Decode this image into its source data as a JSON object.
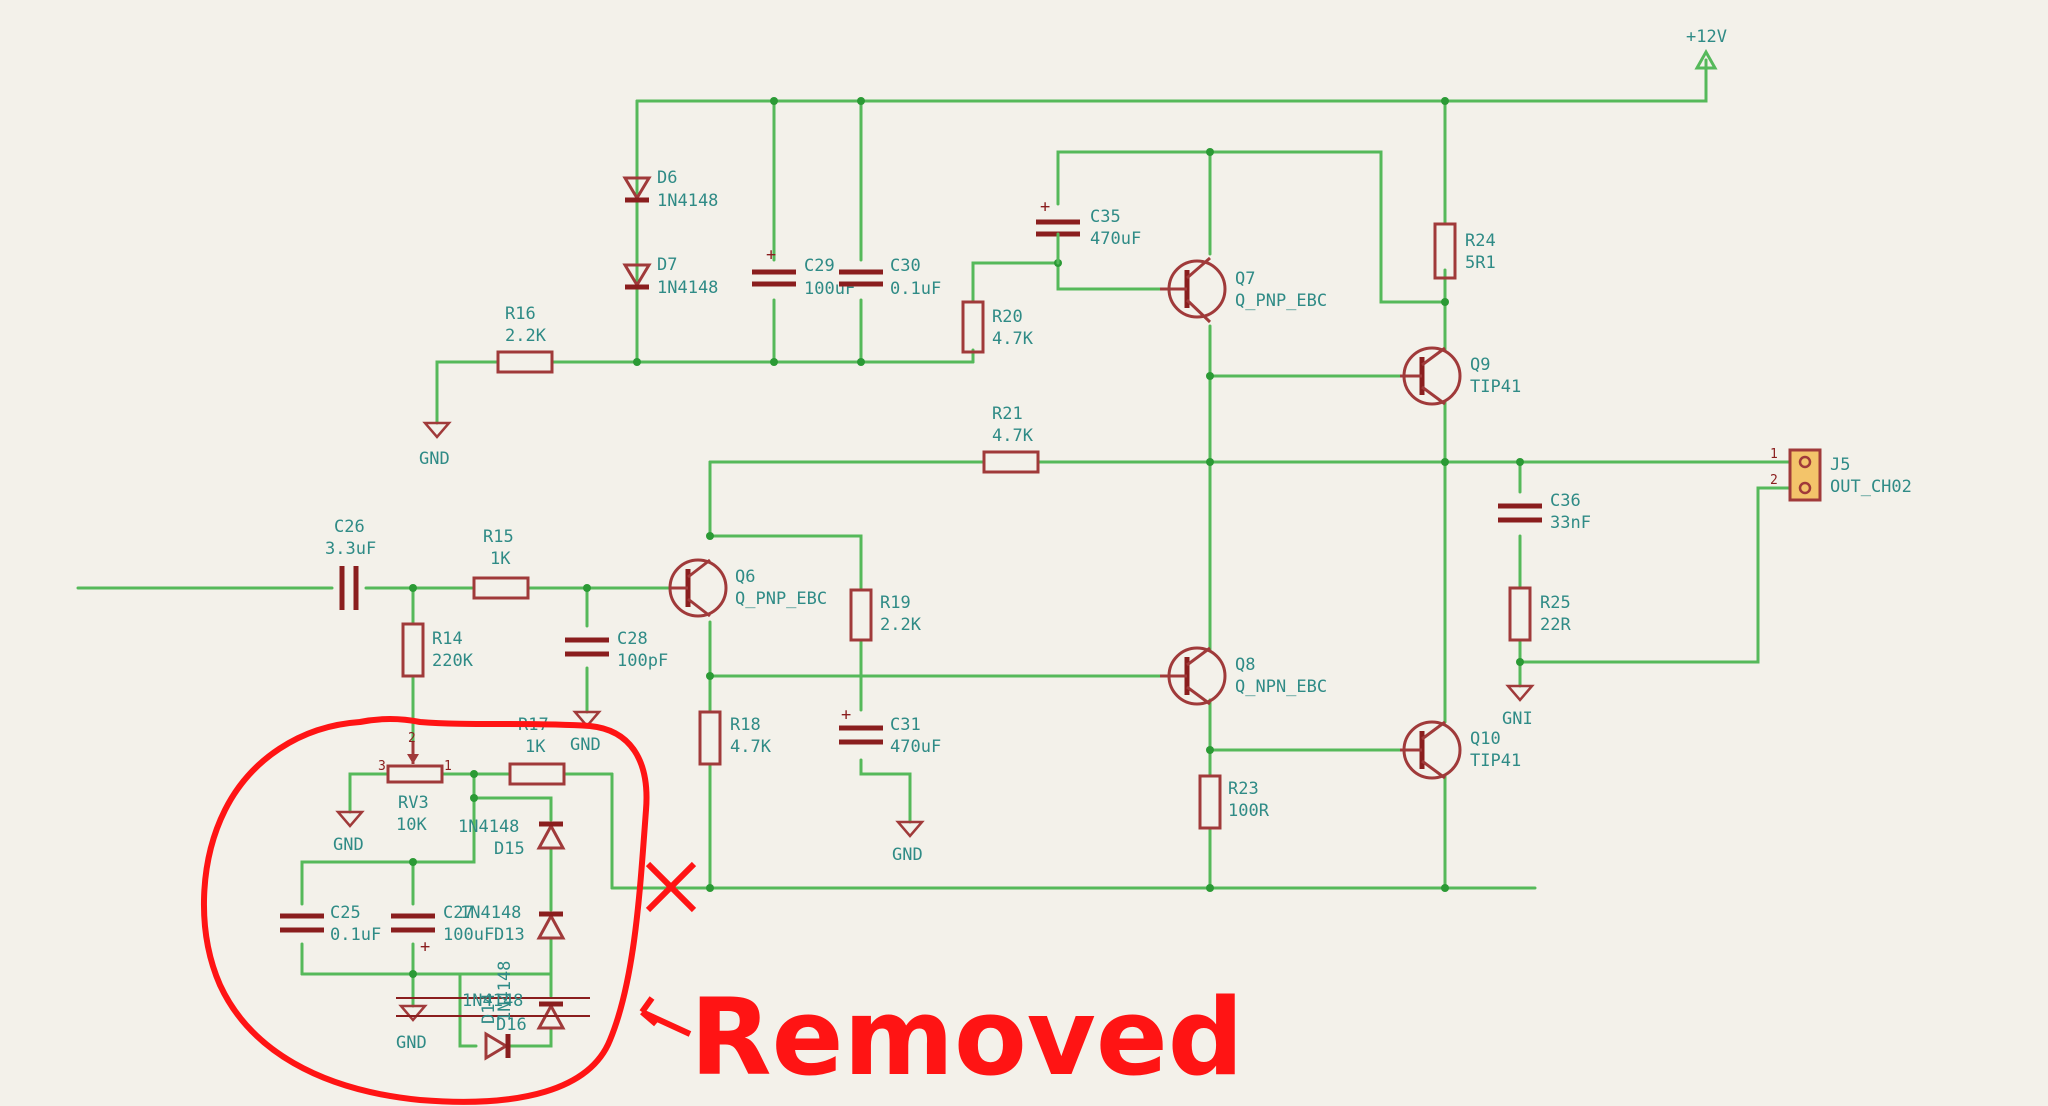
{
  "schematic": {
    "power": {
      "vcc": "+12V",
      "gnd": "GND"
    },
    "components": {
      "D6": {
        "ref": "D6",
        "value": "1N4148"
      },
      "D7": {
        "ref": "D7",
        "value": "1N4148"
      },
      "C29": {
        "ref": "C29",
        "value": "100uF"
      },
      "C30": {
        "ref": "C30",
        "value": "0.1uF"
      },
      "C35": {
        "ref": "C35",
        "value": "470uF"
      },
      "R24": {
        "ref": "R24",
        "value": "5R1"
      },
      "Q7": {
        "ref": "Q7",
        "value": "Q_PNP_EBC"
      },
      "R20": {
        "ref": "R20",
        "value": "4.7K"
      },
      "R16": {
        "ref": "R16",
        "value": "2.2K"
      },
      "Q9": {
        "ref": "Q9",
        "value": "TIP41"
      },
      "R21": {
        "ref": "R21",
        "value": "4.7K"
      },
      "J5": {
        "ref": "J5",
        "value": "OUT_CH02"
      },
      "C36": {
        "ref": "C36",
        "value": "33nF"
      },
      "C26": {
        "ref": "C26",
        "value": "3.3uF"
      },
      "R15": {
        "ref": "R15",
        "value": "1K"
      },
      "Q6": {
        "ref": "Q6",
        "value": "Q_PNP_EBC"
      },
      "R19": {
        "ref": "R19",
        "value": "2.2K"
      },
      "R14": {
        "ref": "R14",
        "value": "220K"
      },
      "C28": {
        "ref": "C28",
        "value": "100pF"
      },
      "R25": {
        "ref": "R25",
        "value": "22R"
      },
      "Q8": {
        "ref": "Q8",
        "value": "Q_NPN_EBC"
      },
      "R17": {
        "ref": "R17",
        "value": "1K"
      },
      "R18": {
        "ref": "R18",
        "value": "4.7K"
      },
      "C31": {
        "ref": "C31",
        "value": "470uF"
      },
      "Q10": {
        "ref": "Q10",
        "value": "TIP41"
      },
      "RV3": {
        "ref": "RV3",
        "value": "10K"
      },
      "D15": {
        "ref": "D15",
        "value": "1N4148"
      },
      "R23": {
        "ref": "R23",
        "value": "100R"
      },
      "C25": {
        "ref": "C25",
        "value": "0.1uF"
      },
      "C27": {
        "ref": "C27",
        "value": "100uF"
      },
      "D13": {
        "ref": "D13",
        "value": "1N4148"
      },
      "D16": {
        "ref": "D16",
        "value": "1N4148"
      },
      "D14": {
        "ref": "D14",
        "value": "1N4148"
      }
    },
    "truncated_labels": {
      "gnd_right": "GNI"
    },
    "pins": {
      "p1": "1",
      "p2": "2",
      "p3": "3"
    },
    "annotation": {
      "text": "Removed",
      "color": "#ff1414"
    }
  }
}
